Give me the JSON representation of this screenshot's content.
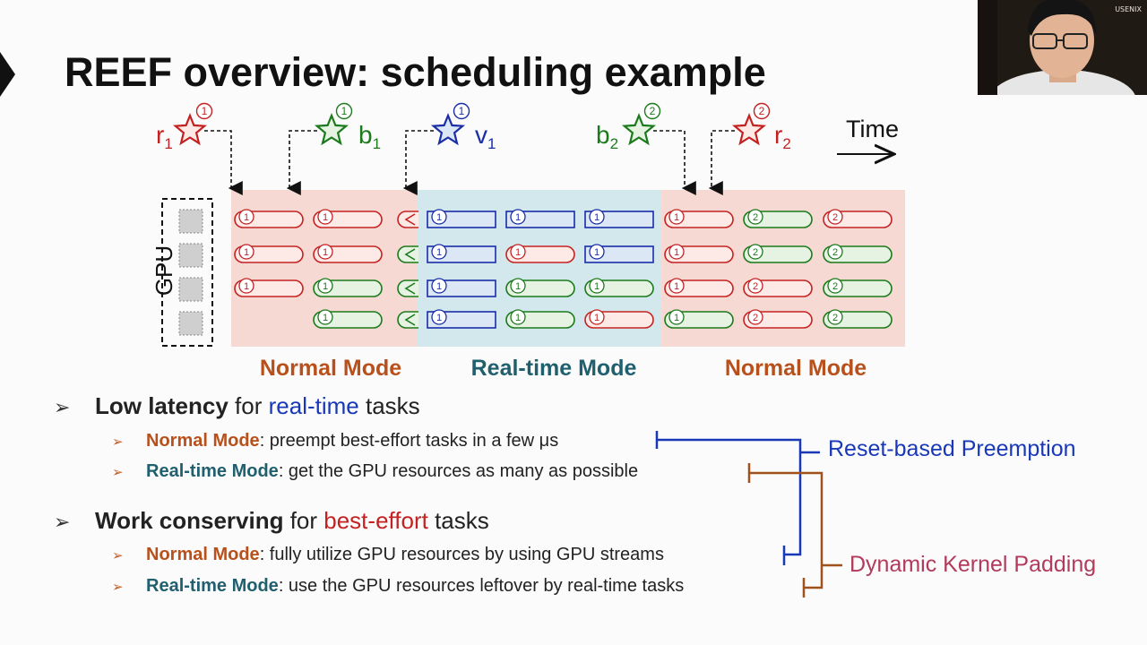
{
  "slide": {
    "title": "REEF overview: scheduling example",
    "colors": {
      "rt_blue": "#1a2ea8",
      "be_green": "#1b7a1b",
      "be_red": "#c42222",
      "normal_mode": "#b8501c",
      "realtime_mode": "#1f5f6e",
      "pink_bg": "#f6d9d3",
      "blue_bg": "#d3e8ec",
      "reset_blue": "#1838b8",
      "padding_red": "#b23a5c",
      "padding_line": "#a0521c"
    }
  },
  "diagram": {
    "time_label": "Time",
    "gpu_label": "GPU",
    "arrivals": [
      {
        "id": "r1",
        "letter": "r",
        "sub": "1",
        "num": "1",
        "color": "red"
      },
      {
        "id": "b1",
        "letter": "b",
        "sub": "1",
        "num": "1",
        "color": "green"
      },
      {
        "id": "v1",
        "letter": "v",
        "sub": "1",
        "num": "1",
        "color": "blue"
      },
      {
        "id": "b2",
        "letter": "b",
        "sub": "2",
        "num": "2",
        "color": "green"
      },
      {
        "id": "r2",
        "letter": "r",
        "sub": "2",
        "num": "2",
        "color": "red"
      }
    ],
    "mode_labels": [
      "Normal Mode",
      "Real-time Mode",
      "Normal Mode"
    ],
    "kernel_grid": [
      [
        [
          {
            "c": "red",
            "n": "1"
          },
          {
            "c": "red",
            "n": "1"
          },
          {
            "c": "red",
            "n": "1"
          },
          null
        ],
        [
          {
            "c": "red",
            "n": "1"
          },
          {
            "c": "red",
            "n": "1"
          },
          {
            "c": "green",
            "n": "1"
          },
          {
            "c": "green",
            "n": "1"
          }
        ],
        [
          {
            "c": "red",
            "n": "",
            "s": "cut"
          },
          {
            "c": "green",
            "n": "",
            "s": "cut"
          },
          {
            "c": "green",
            "n": "",
            "s": "cut"
          },
          {
            "c": "green",
            "n": "",
            "s": "cut"
          }
        ]
      ],
      [
        [
          {
            "c": "blue",
            "n": "1"
          },
          {
            "c": "blue",
            "n": "1"
          },
          {
            "c": "blue",
            "n": "1"
          },
          {
            "c": "blue",
            "n": "1"
          }
        ],
        [
          {
            "c": "blue",
            "n": "1"
          },
          {
            "c": "red",
            "n": "1"
          },
          {
            "c": "green",
            "n": "1"
          },
          {
            "c": "green",
            "n": "1"
          }
        ],
        [
          {
            "c": "blue",
            "n": "1"
          },
          {
            "c": "blue",
            "n": "1"
          },
          {
            "c": "green",
            "n": "1"
          },
          {
            "c": "red",
            "n": "1"
          }
        ]
      ],
      [
        [
          {
            "c": "red",
            "n": "1"
          },
          {
            "c": "red",
            "n": "1"
          },
          {
            "c": "red",
            "n": "1"
          },
          {
            "c": "green",
            "n": "1"
          }
        ],
        [
          {
            "c": "green",
            "n": "2"
          },
          {
            "c": "green",
            "n": "2"
          },
          {
            "c": "red",
            "n": "2"
          },
          {
            "c": "red",
            "n": "2"
          }
        ],
        [
          {
            "c": "red",
            "n": "2"
          },
          {
            "c": "green",
            "n": "2"
          },
          {
            "c": "green",
            "n": "2"
          },
          {
            "c": "green",
            "n": "2"
          }
        ]
      ]
    ]
  },
  "bullets": {
    "marker": "➢",
    "low_latency": {
      "bold": "Low latency",
      "mid": " for ",
      "colored": "real-time",
      "tail": " tasks",
      "items": [
        {
          "mode": "Normal Mode",
          "text": ": preempt best-effort tasks in a few μs"
        },
        {
          "mode": "Real-time Mode",
          "text": ": get the GPU resources as many as possible"
        }
      ]
    },
    "work_conserving": {
      "bold": "Work conserving",
      "mid": " for ",
      "colored": "best-effort",
      "tail": " tasks",
      "items": [
        {
          "mode": "Normal Mode",
          "text": ": fully utilize GPU resources by using GPU streams"
        },
        {
          "mode": "Real-time Mode",
          "text": ": use the GPU resources leftover by real-time tasks"
        }
      ]
    }
  },
  "annotations": {
    "reset_preemption": "Reset-based Preemption",
    "kernel_padding": "Dynamic Kernel Padding"
  },
  "webcam": {
    "logo": "USENIX"
  }
}
